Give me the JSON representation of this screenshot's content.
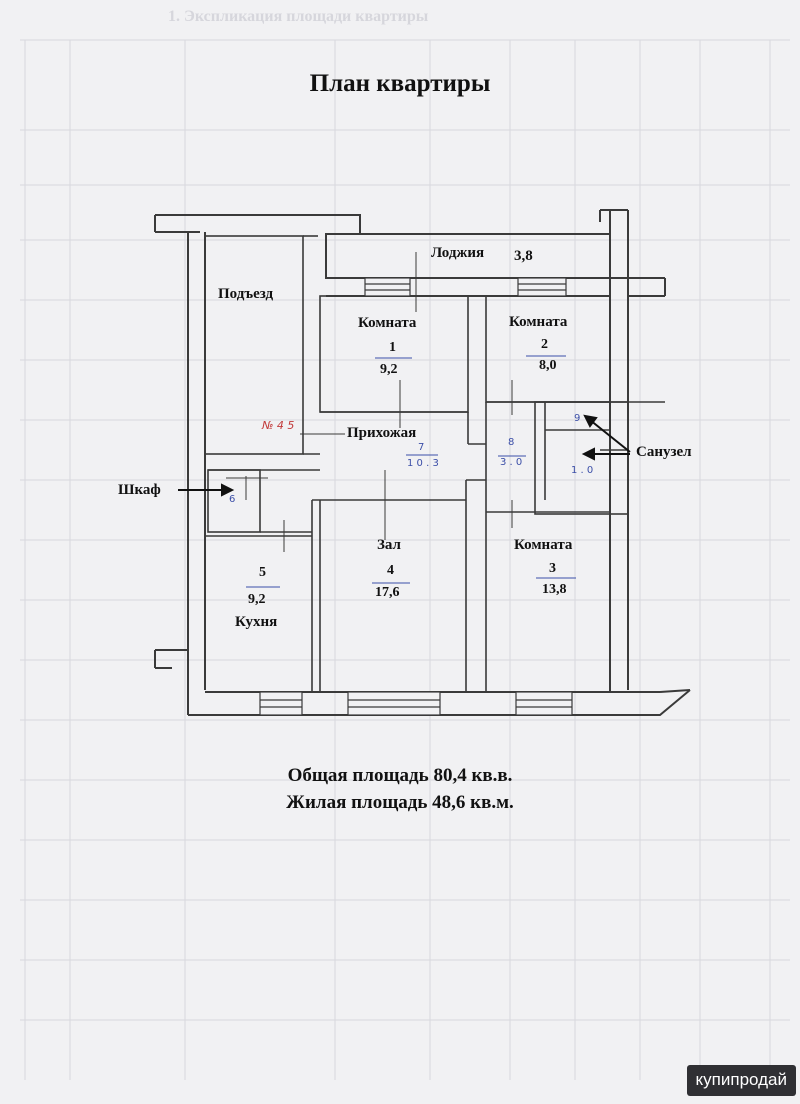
{
  "header": {
    "faint_text": "1. Экспликация площади квартиры"
  },
  "title": "План квартиры",
  "labels": {
    "loggia": "Лоджия",
    "loggia_area": "3,8",
    "entrance": "Подъезд",
    "room1_name": "Комната",
    "room1_num": "1",
    "room1_area": "9,2",
    "room2_name": "Комната",
    "room2_num": "2",
    "room2_area": "8,0",
    "hallway": "Прихожая",
    "bathroom": "Санузел",
    "closet": "Шкаф",
    "hall_name": "Зал",
    "hall_num": "4",
    "hall_area": "17,6",
    "room3_name": "Комната",
    "room3_num": "3",
    "room3_area": "13,8",
    "kitchen_num": "5",
    "kitchen_area": "9,2",
    "kitchen_name": "Кухня"
  },
  "handwritten": {
    "apt_no": "№ 4 5",
    "hall_num": "7",
    "hall_area": "1 0 . 3",
    "bath_num": "8",
    "bath_area": "3 . 0",
    "wc_num": "9",
    "wc_area": "1 . 0",
    "closet_num": "6"
  },
  "totals": {
    "total_area": "Общая площадь 80,4 кв.в.",
    "living_area": "Жилая площадь 48,6 кв.м."
  },
  "watermark": {
    "brand": "купипродай"
  },
  "colors": {
    "wall": "#3a3a3a",
    "paper": "#f1f1f3",
    "handwriting": "#3c4fa8",
    "mark_red": "#c23b3b"
  }
}
